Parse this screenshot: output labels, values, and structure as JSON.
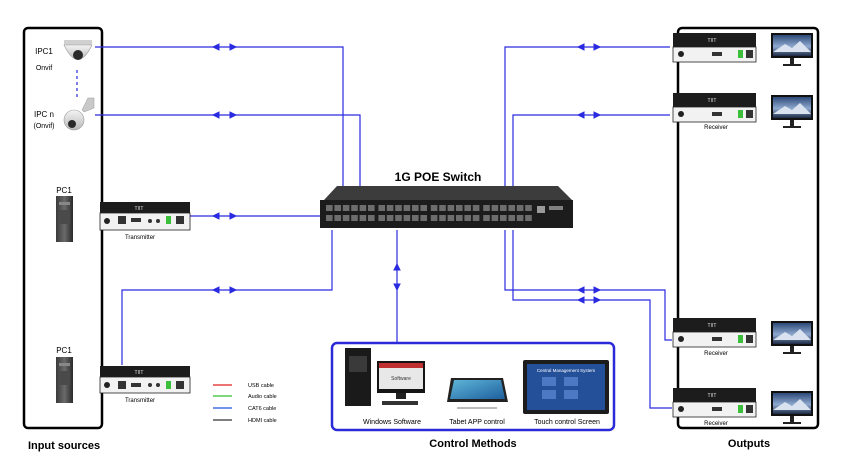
{
  "colors": {
    "link": "#2a2ae0",
    "usb": "#e02020",
    "audio": "#30c030",
    "cat6": "#2050e0",
    "hdmi": "#333333",
    "frame": "#000000",
    "control_frame": "#2a2ad8"
  },
  "switch": {
    "title": "1G POE Switch"
  },
  "inputs": {
    "section_label": "Input sources",
    "ipc1": {
      "name": "IPC1",
      "protocol": "Onvif"
    },
    "ipcn": {
      "name": "IPC n",
      "protocol": "(Onvif)"
    },
    "pc_top": {
      "name": "PC1"
    },
    "pc_bottom": {
      "name": "PC1"
    },
    "transmitter_top": {
      "label": "Transmitter",
      "front_text": "TIIT"
    },
    "transmitter_bottom": {
      "label": "Transmitter",
      "front_text": "TIIT"
    }
  },
  "legend": {
    "items": [
      {
        "label": "USB cable",
        "color": "#e02020"
      },
      {
        "label": "Audio cable",
        "color": "#30c030"
      },
      {
        "label": "CAT6 cable",
        "color": "#2050e0"
      },
      {
        "label": "HDMI cable",
        "color": "#333333"
      }
    ]
  },
  "control": {
    "section_label": "Control Methods",
    "windows_label": "Windows Software",
    "windows_screen_text": "Software",
    "tablet_label": "Tabet APP control",
    "touch_label": "Touch control Screen",
    "touch_screen_title": "Central Management System"
  },
  "outputs": {
    "section_label": "Outputs",
    "receivers": [
      {
        "label": "",
        "front_text": "TIIT"
      },
      {
        "label": "Receiver",
        "front_text": "TIIT"
      },
      {
        "label": "Receiver",
        "front_text": "TIIT"
      },
      {
        "label": "Receiver",
        "front_text": "TIIT"
      }
    ]
  }
}
